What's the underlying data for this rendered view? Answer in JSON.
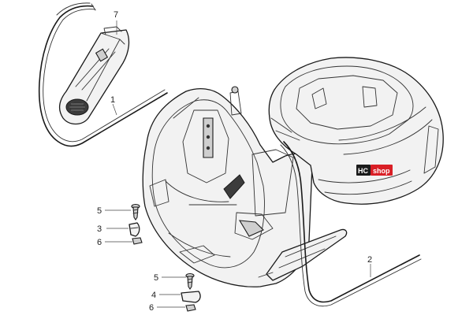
{
  "callouts": [
    {
      "id": "1",
      "label": "1"
    },
    {
      "id": "2",
      "label": "2"
    },
    {
      "id": "3",
      "label": "3"
    },
    {
      "id": "4",
      "label": "4"
    },
    {
      "id": "5a",
      "label": "5"
    },
    {
      "id": "5b",
      "label": "5"
    },
    {
      "id": "6a",
      "label": "6"
    },
    {
      "id": "6b",
      "label": "6"
    },
    {
      "id": "7",
      "label": "7"
    }
  ],
  "badge": {
    "left": "HC",
    "right": "shop",
    "colors": {
      "left_bg": "#1a1a1a",
      "right_bg": "#d91f26",
      "text": "#ffffff"
    }
  }
}
